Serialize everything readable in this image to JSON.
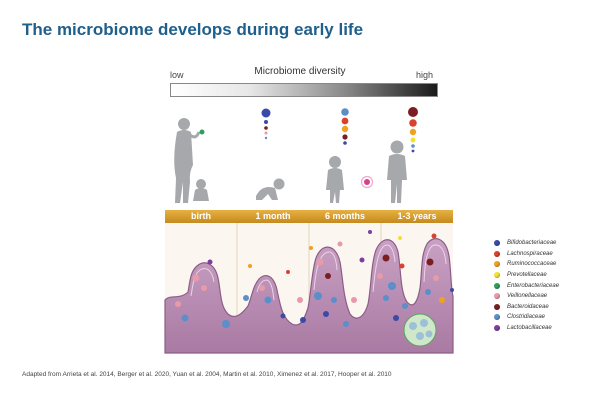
{
  "title": "The microbiome develops during early life",
  "diversity": {
    "label": "Microbiome diversity",
    "low": "low",
    "high": "high"
  },
  "timeline": [
    "birth",
    "1 month",
    "6 months",
    "1-3 years"
  ],
  "legend": [
    {
      "name": "Bifidobacteriaceae",
      "color": "#3b4aa6"
    },
    {
      "name": "Lachnospiraceae",
      "color": "#d9432c"
    },
    {
      "name": "Ruminococcaceae",
      "color": "#f0a21e"
    },
    {
      "name": "Prevotellaceae",
      "color": "#f2e232"
    },
    {
      "name": "Enterobacteriaceae",
      "color": "#2f9e5a"
    },
    {
      "name": "Veillonellaceae",
      "color": "#e89aa8"
    },
    {
      "name": "Bacteroidaceae",
      "color": "#7a1e22"
    },
    {
      "name": "Clostridiaceae",
      "color": "#5b8fc9"
    },
    {
      "name": "Lactobacillaceae",
      "color": "#7b3fa0"
    }
  ],
  "footer": "Adapted from Arrieta et al. 2014, Berger et al. 2020, Yuan et al. 2004, Martin et al. 2010, Ximenez et al. 2017, Hooper et al. 2010"
}
